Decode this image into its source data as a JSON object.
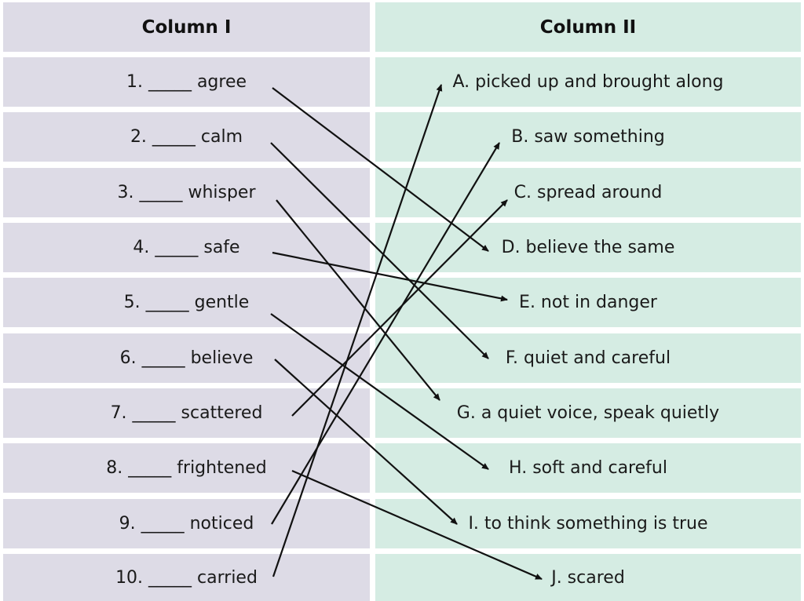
{
  "headers": {
    "column1": "Column I",
    "column2": "Column II"
  },
  "column1": [
    "1. _____ agree",
    "2. _____ calm",
    "3. _____ whisper",
    "4. _____ safe",
    "5. _____ gentle",
    "6. _____ believe",
    "7. _____ scattered",
    "8. _____ frightened",
    "9. _____ noticed",
    "10. _____ carried"
  ],
  "column2": [
    "A. picked up and brought along",
    "B. saw something",
    "C. spread around",
    "D. believe the same",
    "E. not in danger",
    "F. quiet and careful",
    "G. a quiet voice, speak quietly",
    "H. soft and careful",
    "I. to think something is true",
    "J. scared"
  ],
  "matches": [
    {
      "from": 1,
      "to": "D"
    },
    {
      "from": 2,
      "to": "F"
    },
    {
      "from": 3,
      "to": "G"
    },
    {
      "from": 4,
      "to": "E"
    },
    {
      "from": 5,
      "to": "H"
    },
    {
      "from": 6,
      "to": "I"
    },
    {
      "from": 7,
      "to": "C"
    },
    {
      "from": 8,
      "to": "J"
    },
    {
      "from": 9,
      "to": "B"
    },
    {
      "from": 10,
      "to": "A"
    }
  ],
  "colors": {
    "left_bg": "#dddbe6",
    "right_bg": "#d5ece3",
    "arrow": "#111111"
  }
}
